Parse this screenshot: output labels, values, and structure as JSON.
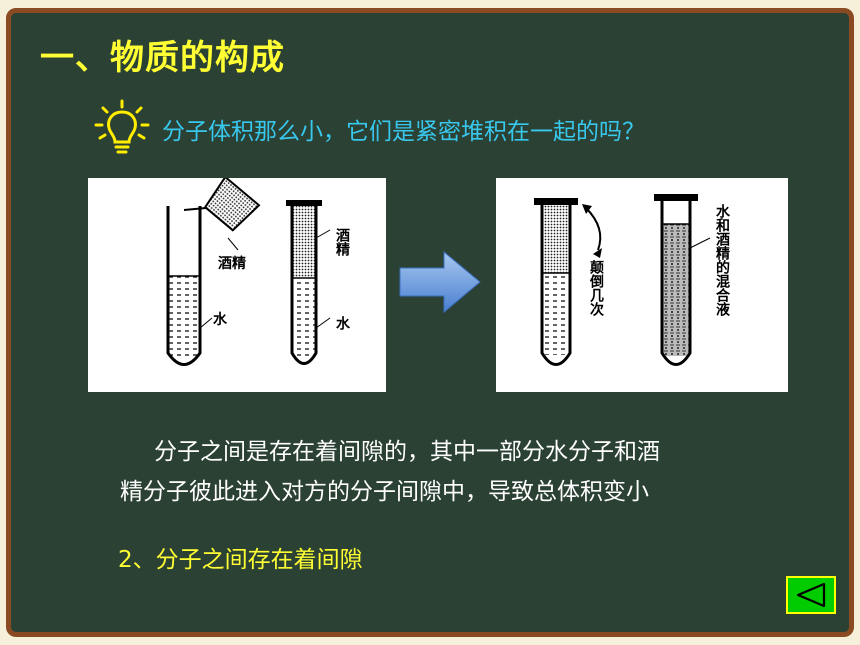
{
  "title": "一、物质的构成",
  "question": "分子体积那么小，它们是紧密堆积在一起的吗？",
  "figure1": {
    "alcohol_label": "酒精",
    "water_label": "水",
    "tube2_alcohol_label": "酒精",
    "tube2_water_label": "水"
  },
  "figure2": {
    "invert_label": "颠倒几次",
    "mixture_label": "水和酒精的混合液"
  },
  "body": {
    "line1": "分子之间是存在着间隙的，其中一部分水分子和酒",
    "line2": "精分子彼此进入对方的分子间隙中，导致总体积变小"
  },
  "conclusion": "2、分子之间存在着间隙",
  "colors": {
    "title": "#ffff33",
    "question": "#38c8ee",
    "board": "#2b4134",
    "border": "#8a4b22",
    "nav": "#00cc00"
  },
  "nav": {
    "icon": "back-triangle-icon"
  }
}
